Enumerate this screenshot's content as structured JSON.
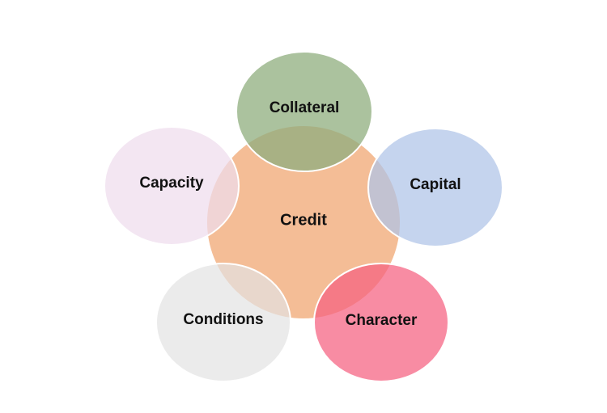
{
  "diagram": {
    "center": {
      "label": "Credit",
      "color": "#F4BD96"
    },
    "nodes": [
      {
        "id": "collateral",
        "label": "Collateral",
        "color": "#8FAE7E"
      },
      {
        "id": "capital",
        "label": "Capital",
        "color": "#B6C8EA"
      },
      {
        "id": "character",
        "label": "Character",
        "color": "#F7708F"
      },
      {
        "id": "conditions",
        "label": "Conditions",
        "color": "#E6E6E6"
      },
      {
        "id": "capacity",
        "label": "Capacity",
        "color": "#EEDDED"
      }
    ]
  }
}
